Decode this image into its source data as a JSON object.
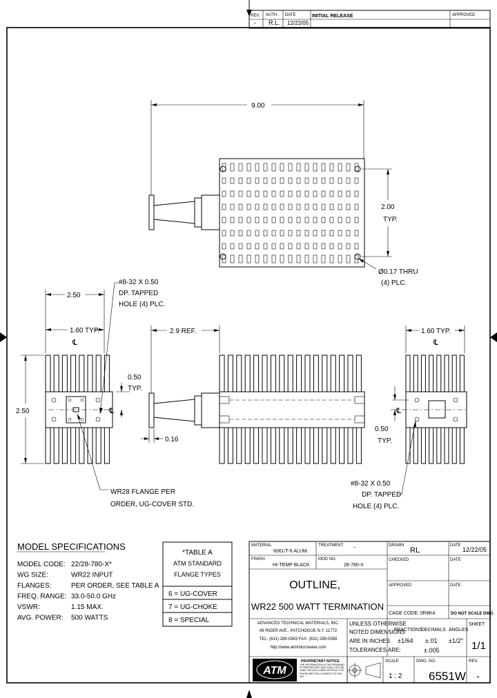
{
  "revision_block": {
    "rev_label": "REV.",
    "auth_label": "AUTH.",
    "date_label": "DATE",
    "approved_label": "APPROVED",
    "rev_value": "-",
    "auth_value": "R.L.",
    "date_value": "12/22/05",
    "description": "INITIAL RELEASE"
  },
  "dimensions": {
    "overall_length": "9.00",
    "height_typ": "2.00",
    "typ": "TYP.",
    "thru_hole_1": "Ø0.17 THRU",
    "thru_hole_2": "(4) PLC.",
    "side_width": "2.50",
    "tapped_1": "#8-32 X 0.50",
    "tapped_2": "DP. TAPPED",
    "tapped_3": "HOLE (4) PLC.",
    "spacing_left": "1.60 TYP.",
    "spacing_right": "1.60 TYP.",
    "ref_length": "2.9 REF.",
    "offset_top": "0.50",
    "offset_top_typ": "TYP.",
    "side_height": "2.50",
    "flange_thk": "0.16",
    "offset_right": "0.50",
    "offset_right_typ": "TYP.",
    "centerline": "℄",
    "flange_note_1": "WR28 FLANGE PER",
    "flange_note_2": "ORDER, UG-COVER STD.",
    "tapped_r1": "#8-32 X 0.50",
    "tapped_r2": "DP. TAPPED",
    "tapped_r3": "HOLE (4) PLC."
  },
  "model_specs": {
    "title": "MODEL SPECIFICATIONS",
    "rows": [
      {
        "label": "MODEL CODE:",
        "value": "22/28-780-X*"
      },
      {
        "label": "WG SIZE:",
        "value": "WR22 INPUT"
      },
      {
        "label": "FLANGES:",
        "value": "PER ORDER, SEE TABLE A"
      },
      {
        "label": "FREQ. RANGE:",
        "value": "33.0-50.0 GHz"
      },
      {
        "label": "VSWR:",
        "value": "1.15 MAX."
      },
      {
        "label": "AVG. POWER:",
        "value": "500 WATTS"
      }
    ]
  },
  "table_a": {
    "title_1": "*TABLE A",
    "title_2": "ATM STANDARD",
    "title_3": "FLANGE TYPES",
    "rows": [
      "6 = UG-COVER",
      "7 = UG-CHOKE",
      "8 = SPECIAL"
    ]
  },
  "title_block": {
    "material_label": "MATERIAL",
    "material_value": "6061/T-6 ALUM.",
    "treatment_label": "TREATMENT",
    "treatment_value": "-",
    "finish_label": "FINISH",
    "finish_value": "HI-TEMP BLACK",
    "mod_label": "MOD NO.",
    "mod_value": "28-780-X",
    "title_1": "OUTLINE,",
    "title_2": "WR22 500 WATT TERMINATION",
    "drawn_label": "DRAWN",
    "drawn_value": "RL",
    "date_label": "DATE",
    "date_value": "12/22/05",
    "checked_label": "CHECKED",
    "date2_label": "DATE",
    "approved_label": "APPROVED",
    "date3_label": "DATE",
    "cage_label": "CAGE CODE: 0R8K4",
    "no_scale": "DO NOT SCALE DWG",
    "company_1": "ADVANCED TECHNICAL MATERIALS, INC.",
    "company_2": "49 RIDER AVE., PATCHOGUE N.Y. 11772",
    "company_3": "TEL: (631) 289-0363  FAX: (631) 289-0358",
    "company_4": "http://www.atmmicrowave.com",
    "logo_text": "ATM",
    "prop_notice": "PROPRIETARY NOTICE",
    "prop_text": "THE INFORMATION IN THIS DRAWING IS PROPRIETARY AND SHALL NOT BE USED OR DISCLOSED WITHOUT THE PRIOR WRITTEN CONSENT OF ATM, INC.",
    "tol_1": "UNLESS OTHERWISE",
    "tol_2": "NOTED DIMENSIONS",
    "tol_3": "ARE IN  INCHES",
    "tol_4": "TOLERANCES ARE:",
    "fractions_label": "FRACTIONS",
    "fractions_value": "±1/64",
    "decimals_label": "DECIMALS",
    "decimals_value_1": "±.01",
    "decimals_value_2": "±.005",
    "angles_label": "ANGLES",
    "angles_value": "±1/2°",
    "sheet_label": "SHEET",
    "sheet_value": "1/1",
    "scale_label": "SCALE",
    "scale_value": "1 : 2",
    "dwg_label": "DWG. NO.",
    "dwg_value": "6551W",
    "rev_label": "REV.",
    "rev_value": "-"
  }
}
